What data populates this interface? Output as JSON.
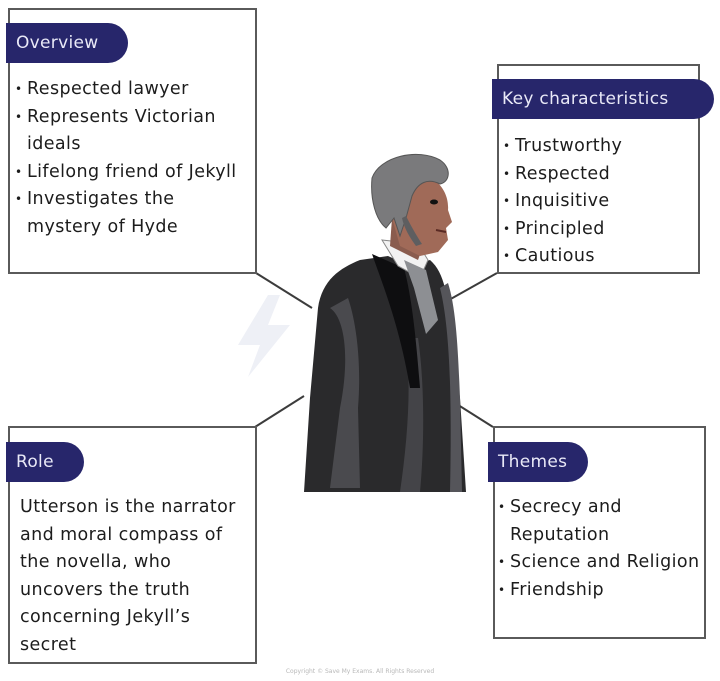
{
  "diagram": {
    "subject": "Utterson",
    "overview": {
      "title": "Overview",
      "items": [
        "Respected lawyer",
        "Represents Victorian ideals",
        "Lifelong friend of Jekyll",
        "Investigates the mystery of Hyde"
      ]
    },
    "key_characteristics": {
      "title": "Key characteristics",
      "items": [
        "Trustworthy",
        "Respected",
        "Inquisitive",
        "Principled",
        "Cautious"
      ]
    },
    "role": {
      "title": "Role",
      "text": "Utterson is the narrator and moral compass of the novella, who uncovers the truth concerning Jekyll’s secret"
    },
    "themes": {
      "title": "Themes",
      "items": [
        "Secrecy and Reputation",
        "Science and Religion",
        "Friendship"
      ]
    },
    "credit": "Copyright © Save My Exams. All Rights Reserved",
    "colors": {
      "tag_background": "#27266b",
      "tag_text": "#e9e9f7",
      "border": "#5a5a5a",
      "text": "#1c1c1c"
    }
  }
}
